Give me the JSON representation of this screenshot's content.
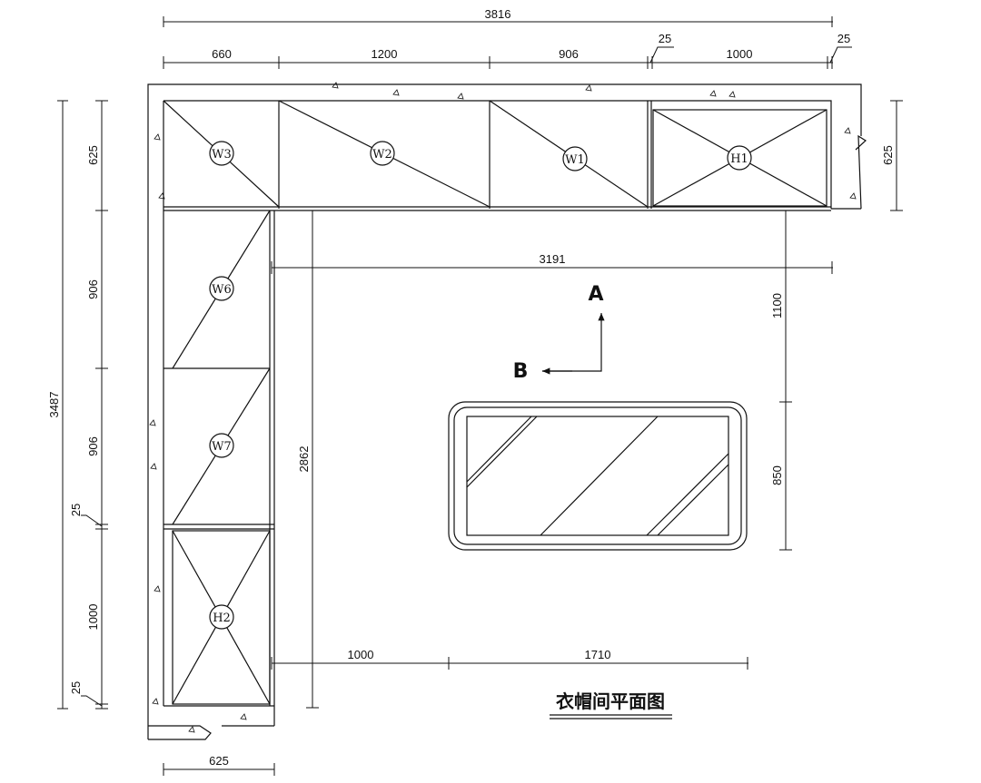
{
  "drawing": {
    "title": "衣帽间平面图",
    "top_dims": {
      "overall": "3816",
      "seg1": "660",
      "seg2": "1200",
      "seg3": "906",
      "gap1": "25",
      "seg4": "1000",
      "gap2": "25"
    },
    "left_dims": {
      "overall": "3487",
      "seg1": "625",
      "seg2": "906",
      "seg3": "906",
      "gap1": "25",
      "seg4": "1000",
      "gap2": "25"
    },
    "right_dims": {
      "depth": "625",
      "clear": "1100",
      "table_depth": "850"
    },
    "interior_dims": {
      "width": "3191",
      "height": "2862",
      "offset": "1000",
      "table_width": "1710"
    },
    "bottom_dims": {
      "depth": "625"
    },
    "cabinets": {
      "w3": "W3",
      "w2": "W2",
      "w1": "W1",
      "h1": "H1",
      "w6": "W6",
      "w7": "W7",
      "h2": "H2"
    },
    "views": {
      "a": "A",
      "b": "B"
    }
  }
}
